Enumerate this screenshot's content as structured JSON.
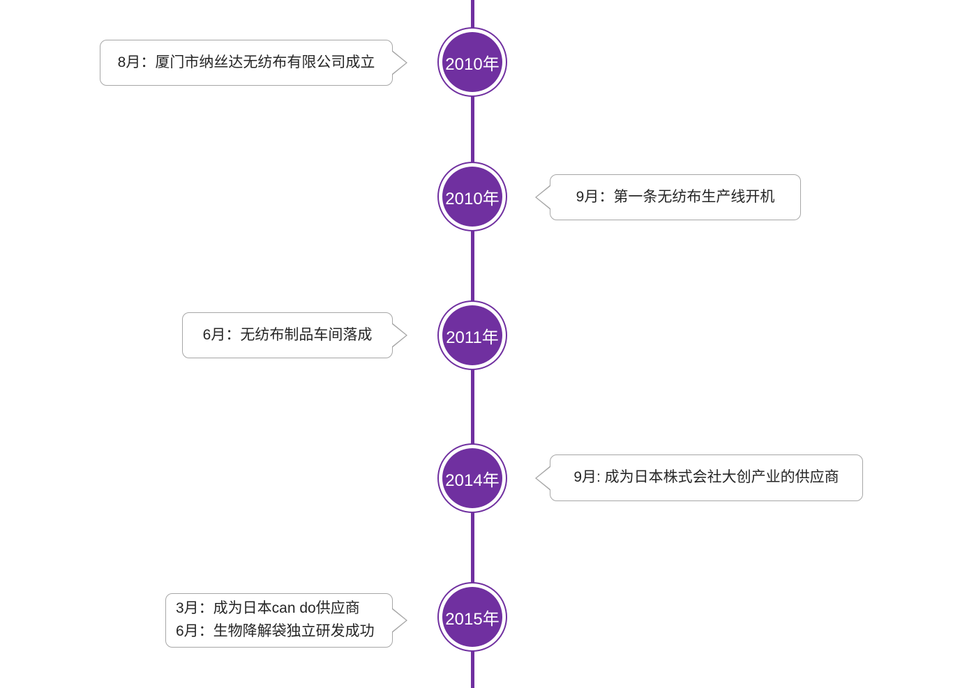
{
  "theme": {
    "accent_purple": "#7030A0",
    "callout_border": "#a6a6a6",
    "text_color": "#262626",
    "background": "#ffffff",
    "year_text_color": "#ffffff"
  },
  "timeline": {
    "type": "vertical-timeline",
    "entries": [
      {
        "year": "2010年",
        "side": "left",
        "text": "8月：厦门市纳丝达无纺布有限公司成立"
      },
      {
        "year": "2010年",
        "side": "right",
        "text": "9月：第一条无纺布生产线开机"
      },
      {
        "year": "2011年",
        "side": "left",
        "text": "6月：无纺布制品车间落成"
      },
      {
        "year": "2014年",
        "side": "right",
        "text": "9月: 成为日本株式会社大创产业的供应商"
      },
      {
        "year": "2015年",
        "side": "left",
        "lines": [
          "3月：成为日本can do供应商",
          "6月：生物降解袋独立研发成功"
        ]
      }
    ]
  }
}
